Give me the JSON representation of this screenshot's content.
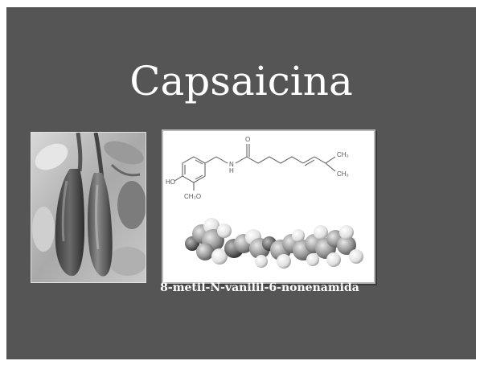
{
  "slide": {
    "title": "Capsaicina",
    "subtitle": "8-metil-N-vanilil-6-nonenamida"
  },
  "structure": {
    "labels": {
      "ho": "HO",
      "ch3o": "CH₃O",
      "n": "N",
      "h": "H",
      "o": "O",
      "ch3_top": "CH₃",
      "ch3_bottom": "CH₃"
    }
  },
  "colors": {
    "slide_background": "#555555",
    "text": "#ffffff"
  }
}
